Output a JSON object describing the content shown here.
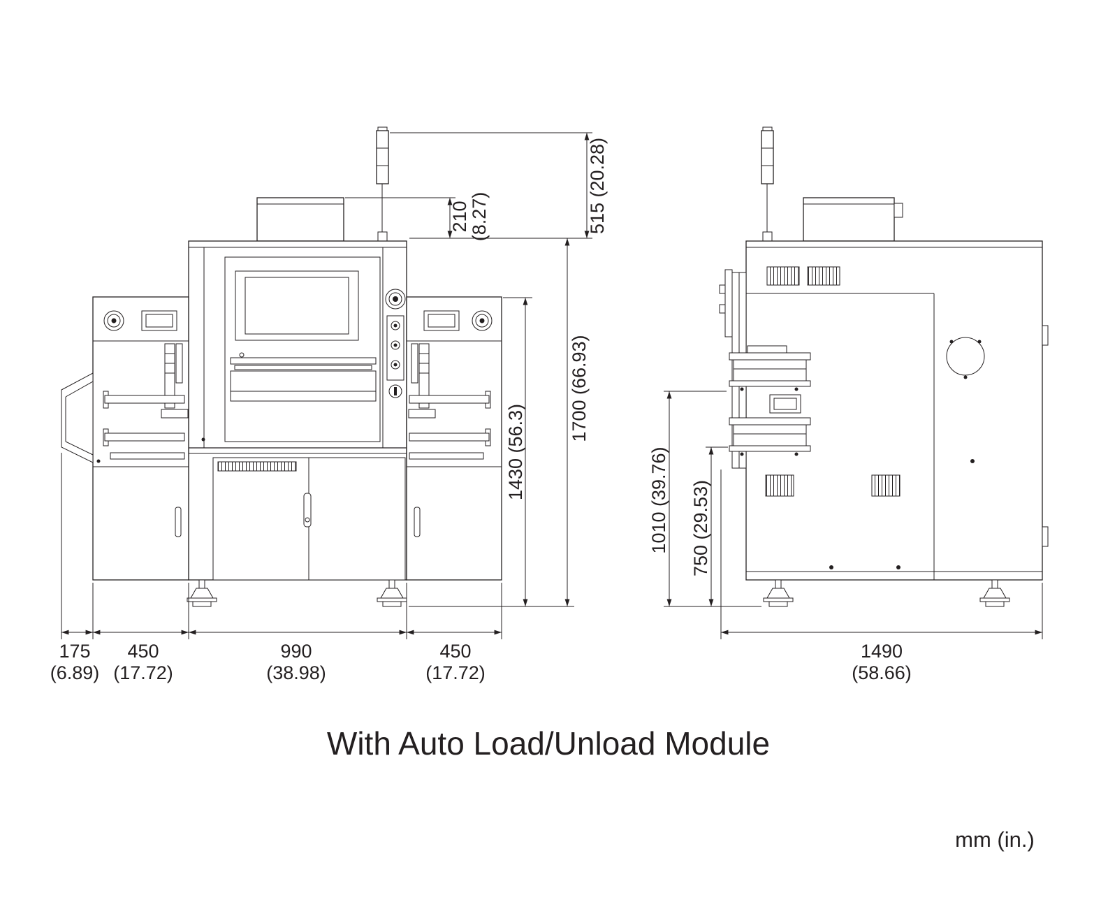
{
  "caption": "With Auto Load/Unload Module",
  "units_label": "mm (in.)",
  "line_color": "#231f20",
  "front_view": {
    "dims": {
      "tower_height": "515 (20.28)",
      "top_module_height_mm": "210",
      "top_module_height_in": "(8.27)",
      "frame_height": "1430 (56.3)",
      "overall_height": "1700 (66.93)",
      "chute_width_mm": "175",
      "chute_width_in": "(6.89)",
      "left_module_width_mm": "450",
      "left_module_width_in": "(17.72)",
      "body_width_mm": "990",
      "body_width_in": "(38.98)",
      "right_module_width_mm": "450",
      "right_module_width_in": "(17.72)"
    }
  },
  "side_view": {
    "dims": {
      "upper_port_height": "1010 (39.76)",
      "lower_port_height": "750 (29.53)",
      "overall_depth_mm": "1490",
      "overall_depth_in": "(58.66)"
    }
  }
}
